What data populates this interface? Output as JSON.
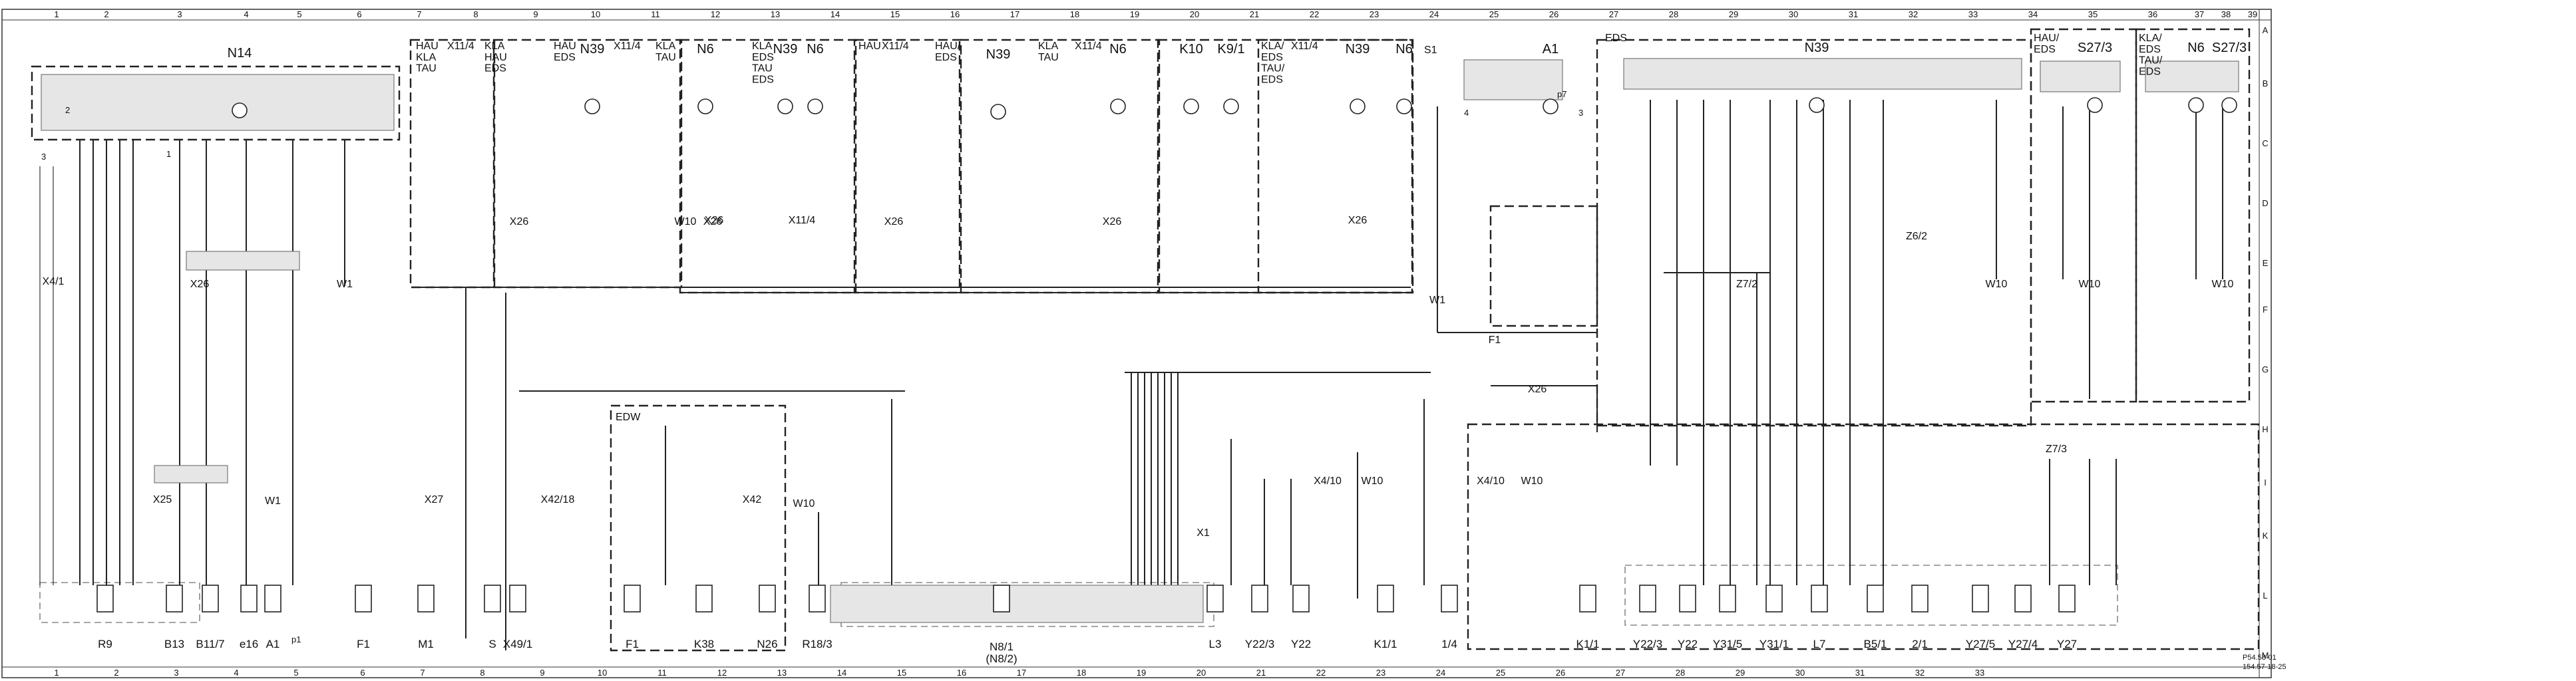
{
  "grid_top": [
    "1",
    "2",
    "3",
    "4",
    "5",
    "6",
    "7",
    "8",
    "9",
    "10",
    "11",
    "12",
    "13",
    "14",
    "15",
    "16",
    "17",
    "18",
    "19",
    "20",
    "21",
    "22",
    "23",
    "24",
    "25",
    "26",
    "27",
    "28",
    "29",
    "30",
    "31",
    "32",
    "33",
    "34",
    "35",
    "36",
    "37",
    "38",
    "39"
  ],
  "grid_bottom": [
    "1",
    "2",
    "3",
    "4",
    "5",
    "6",
    "7",
    "8",
    "9",
    "10",
    "11",
    "12",
    "13",
    "14",
    "15",
    "16",
    "17",
    "18",
    "19",
    "20",
    "21",
    "22",
    "23",
    "24",
    "25",
    "26",
    "27",
    "28",
    "29",
    "30",
    "31",
    "32",
    "33"
  ],
  "grid_rows": [
    "A",
    "B",
    "C",
    "D",
    "E",
    "F",
    "G",
    "H",
    "I",
    "K",
    "L",
    "M"
  ],
  "corner_ref": [
    "P54.58-01",
    "154.57-18-25"
  ],
  "modules": [
    {
      "label": "N14"
    },
    {
      "label": "N39"
    },
    {
      "label": "N6"
    },
    {
      "label": "N39"
    },
    {
      "label": "N6"
    },
    {
      "label": "N39"
    },
    {
      "label": "N6"
    },
    {
      "label": "K10"
    },
    {
      "label": "K9/1"
    },
    {
      "label": "N39"
    },
    {
      "label": "N6"
    },
    {
      "label": "A1"
    },
    {
      "label": "N39"
    },
    {
      "label": "S27/3"
    },
    {
      "label": "N6"
    },
    {
      "label": "S27/3"
    }
  ],
  "variant_tags": [
    {
      "text": "HAU\nKLA\nTAU"
    },
    {
      "text": "X11/4"
    },
    {
      "text": "KLA\nHAU\nEDS"
    },
    {
      "text": "HAU\nEDS"
    },
    {
      "text": "X11/4"
    },
    {
      "text": "KLA\nTAU"
    },
    {
      "text": "KLA\nEDS\nTAU\nEDS"
    },
    {
      "text": "HAU"
    },
    {
      "text": "X11/4"
    },
    {
      "text": "HAU/\nEDS"
    },
    {
      "text": "KLA\nTAU"
    },
    {
      "text": "X11/4"
    },
    {
      "text": "KLA/\nEDS\nTAU/\nEDS"
    },
    {
      "text": "X11/4"
    },
    {
      "text": "S1"
    },
    {
      "text": "EDS"
    },
    {
      "text": "HAU/\nEDS"
    },
    {
      "text": "KLA/\nEDS\nTAU/\nEDS"
    },
    {
      "text": "EDW"
    }
  ],
  "connectors": [
    {
      "label": "X4/1"
    },
    {
      "label": "X26"
    },
    {
      "label": "W1"
    },
    {
      "label": "X26"
    },
    {
      "label": "X26"
    },
    {
      "label": "X26"
    },
    {
      "label": "X11/4"
    },
    {
      "label": "W10"
    },
    {
      "label": "X26"
    },
    {
      "label": "X26"
    },
    {
      "label": "X26"
    },
    {
      "label": "W1"
    },
    {
      "label": "X26"
    },
    {
      "label": "Z7/2"
    },
    {
      "label": "Z6/2"
    },
    {
      "label": "W10"
    },
    {
      "label": "W10"
    },
    {
      "label": "W10"
    },
    {
      "label": "Z7/3"
    },
    {
      "label": "X25"
    },
    {
      "label": "X27"
    },
    {
      "label": "X42/18"
    },
    {
      "label": "X42"
    },
    {
      "label": "W10"
    },
    {
      "label": "X4/10"
    },
    {
      "label": "W10"
    },
    {
      "label": "X1"
    },
    {
      "label": "X4/10"
    },
    {
      "label": "W10"
    },
    {
      "label": "W1"
    },
    {
      "label": "F1"
    }
  ],
  "bottom_components": [
    {
      "label": "R9"
    },
    {
      "label": "B13"
    },
    {
      "label": "B11/7"
    },
    {
      "label": "e16"
    },
    {
      "label": "A1"
    },
    {
      "label": "F1"
    },
    {
      "label": "M1"
    },
    {
      "label": "S"
    },
    {
      "label": "X49/1"
    },
    {
      "label": "F1"
    },
    {
      "label": "K38"
    },
    {
      "label": "N26"
    },
    {
      "label": "R18/3"
    },
    {
      "label": "N8/1\n(N8/2)"
    },
    {
      "label": "L3"
    },
    {
      "label": "Y22/3"
    },
    {
      "label": "Y22"
    },
    {
      "label": "K1/1"
    },
    {
      "label": "1/4"
    },
    {
      "label": "K1/1"
    },
    {
      "label": "Y22/3"
    },
    {
      "label": "Y22"
    },
    {
      "label": "Y31/5"
    },
    {
      "label": "Y31/1"
    },
    {
      "label": "L7"
    },
    {
      "label": "B5/1"
    },
    {
      "label": "2/1"
    },
    {
      "label": "Y27/5"
    },
    {
      "label": "Y27/4"
    },
    {
      "label": "Y27"
    }
  ],
  "pin_marks": [
    "3",
    "1",
    "2",
    "p1",
    "p7",
    "4",
    "3"
  ]
}
